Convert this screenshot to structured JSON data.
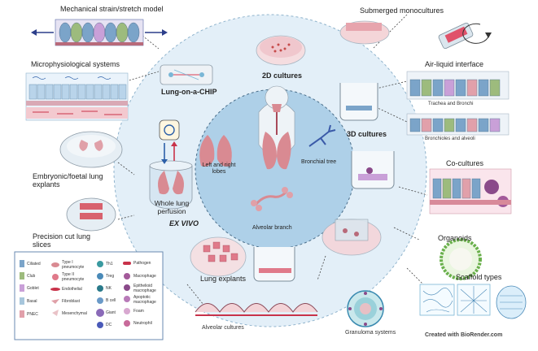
{
  "labels": {
    "mechanical": "Mechanical strain/stretch model",
    "submerged": "Submerged monocultures",
    "microphys": "Microphysiological systems",
    "lung_chip": "Lung-on-a-CHIP",
    "cultures_2d": "2D cultures",
    "ali": "Air-liquid interface",
    "trachea": "Trachea and Bronchi",
    "bronchioles": "Bronchioles and alveoli",
    "cultures_3d": "3D cultures",
    "lobes": "Left and right lobes",
    "bronchial_tree": "Bronchial tree",
    "alveolar_branch": "Alveolar branch",
    "whole_lung": "Whole lung perfusion",
    "ex_vivo": "EX VIVO",
    "embryonic": "Embryonic/foetal lung explants",
    "pcls": "Precision cut lung slices",
    "co_cultures": "Co-cultures",
    "organoids": "Organoids",
    "lung_explants": "Lung explants",
    "scaffold": "Scaffold types",
    "alveolar_cultures": "Alveolar cultures",
    "granuloma": "Granuloma systems",
    "credit": "Created with BioRender.com"
  },
  "legend": {
    "col1": [
      "Ciliated",
      "Club",
      "Goblet",
      "Basal",
      "PNEC"
    ],
    "col2": [
      "Type I pneumocyte",
      "Type II pneumocyte",
      "Endothelial",
      "Fibroblast",
      "Mesenchymal"
    ],
    "col3": [
      "Th1",
      "Treg",
      "NK",
      "B cell",
      "Giant",
      "DC"
    ],
    "col4": [
      "Pathogen",
      "Macrophage",
      "Epithelioid macrophage",
      "Apoptotic macrophage",
      "Foam",
      "Neutrophil"
    ]
  },
  "colors": {
    "outer_circle": "#dcebf5",
    "inner_circle": "#a9cde6",
    "lung": "#d98a92",
    "dish": "#e6eef4",
    "accent_red": "#c8324a",
    "accent_blue": "#2c5fa8"
  }
}
